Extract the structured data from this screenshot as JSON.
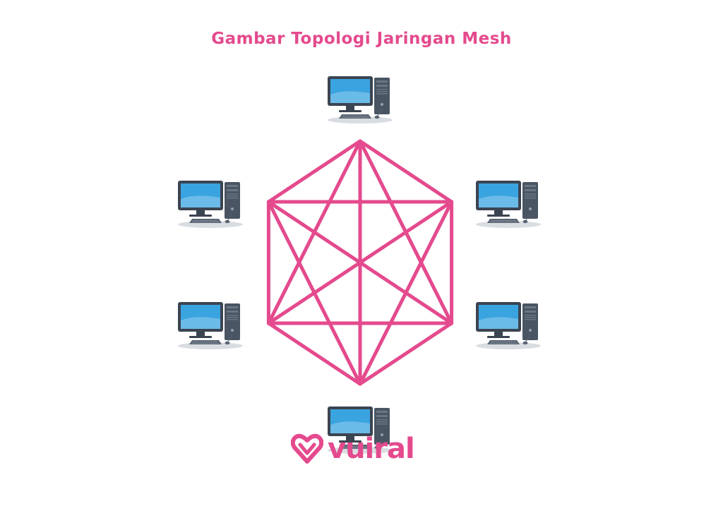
{
  "title": "Gambar Topologi Jaringan Mesh",
  "colors": {
    "accent": "#e44a8d",
    "screen": "#3aa4e0",
    "monitor_body": "#3b4451",
    "tower": "#4a5563"
  },
  "nodes": [
    {
      "id": "node-top",
      "icon": "desktop-computer-icon"
    },
    {
      "id": "node-upper-right",
      "icon": "desktop-computer-icon"
    },
    {
      "id": "node-lower-right",
      "icon": "desktop-computer-icon"
    },
    {
      "id": "node-bottom",
      "icon": "desktop-computer-icon"
    },
    {
      "id": "node-lower-left",
      "icon": "desktop-computer-icon"
    },
    {
      "id": "node-upper-left",
      "icon": "desktop-computer-icon"
    }
  ],
  "connections": "full-mesh",
  "watermark": {
    "text": "vuiral",
    "icon": "heart-v-logo-icon"
  }
}
